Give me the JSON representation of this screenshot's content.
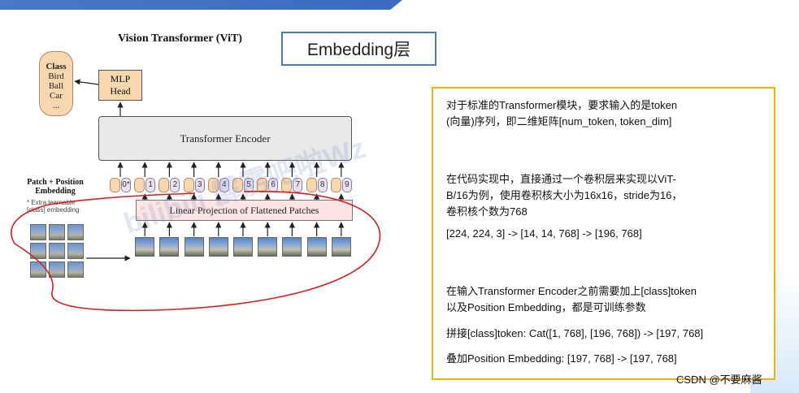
{
  "diagram": {
    "title": "Vision Transformer (ViT)",
    "section_title": "Embedding层",
    "class_head": {
      "title": "Class",
      "items": [
        "Bird",
        "Ball",
        "Car",
        "..."
      ]
    },
    "mlp_head": [
      "MLP",
      "Head"
    ],
    "encoder_label": "Transformer Encoder",
    "position_label": [
      "Patch + Position",
      "Embedding"
    ],
    "extra_label": [
      "* Extra learnable",
      "[class] embedding"
    ],
    "tokens": [
      "0*",
      "1",
      "2",
      "3",
      "4",
      "5",
      "6",
      "7",
      "8",
      "9"
    ],
    "projection_label": "Linear Projection of Flattened Patches",
    "watermark": "bilibili 霹雳吧啦Wz"
  },
  "notes": {
    "p1": [
      "对于标准的Transformer模块，要求输入的是token",
      "(向量)序列，即二维矩阵[num_token, token_dim]"
    ],
    "p2": [
      "在代码实现中，直接通过一个卷积层来实现以ViT-",
      "B/16为例，使用卷积核大小为16x16，stride为16，",
      "卷积核个数为768"
    ],
    "p3": "[224, 224, 3] -> [14, 14, 768] -> [196, 768]",
    "p4": [
      "在输入Transformer Encoder之前需要加上[class]token",
      "以及Position Embedding，都是可训练参数"
    ],
    "p5": "拼接[class]token:  Cat([1, 768], [196, 768]) -> [197, 768]",
    "p6": "叠加Position Embedding:  [197, 768] -> [197, 768]"
  },
  "footer": {
    "credit": "CSDN @不要麻酱"
  },
  "colors": {
    "accent_blue": "#4a78c4",
    "panel_border": "#f0b400",
    "annotation_red": "#d62020",
    "head_orange": "#f8d6b0",
    "patch_pink": "#fce4e4"
  }
}
